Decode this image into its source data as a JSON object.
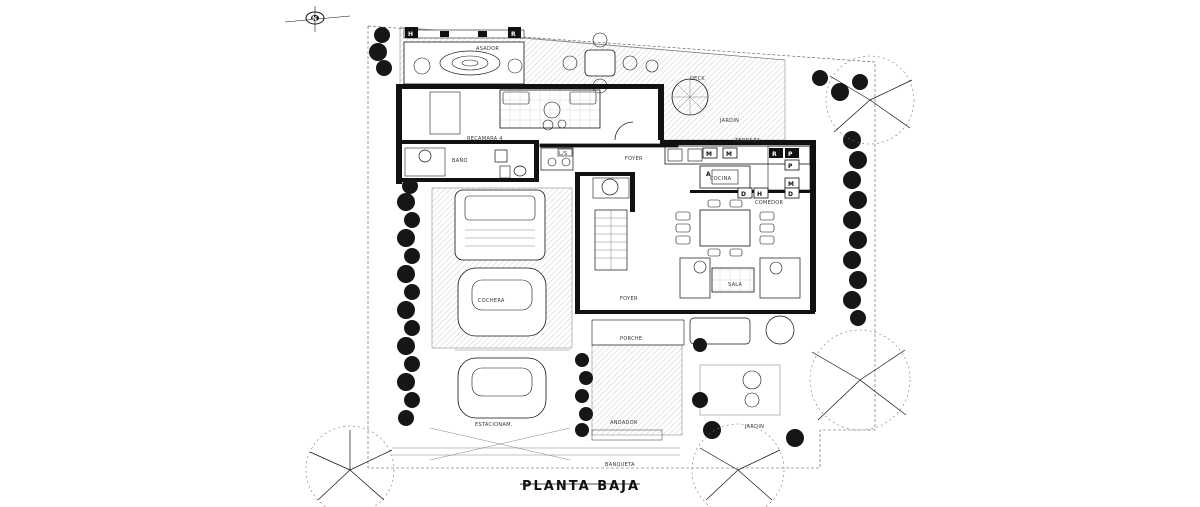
{
  "plan": {
    "title": "PLANTA BAJA",
    "rooms": {
      "recamara": "RECAMARA 4",
      "bano": "BAÑO",
      "foyer_top": "FOYER",
      "foyer_bottom": "FOYER",
      "cocina": "COCINA",
      "comedor": "COMEDOR",
      "sala": "SALA",
      "porche": "PORCHE",
      "jardin_top": "JARDIN",
      "jardin_bottom": "JARDIN",
      "estac": "ESTACIONAM.",
      "andador": "ANDADOR",
      "banqueta": "BANQUETA",
      "deck": "DECK",
      "terraza": "TERRAZA",
      "asador": "ASADOR",
      "cochera": "COCHERA"
    },
    "tags": {
      "ls": "L/S",
      "h": "H",
      "r": "R",
      "m1": "M",
      "m2": "M",
      "a": "A",
      "d1": "D",
      "d2": "D",
      "h2": "H",
      "p1": "P",
      "p2": "P",
      "r2": "R",
      "m3": "M"
    },
    "compass": "N"
  },
  "colors": {
    "ink": "#111111",
    "paper": "#ffffff",
    "hatch": "#8a8a8a"
  }
}
